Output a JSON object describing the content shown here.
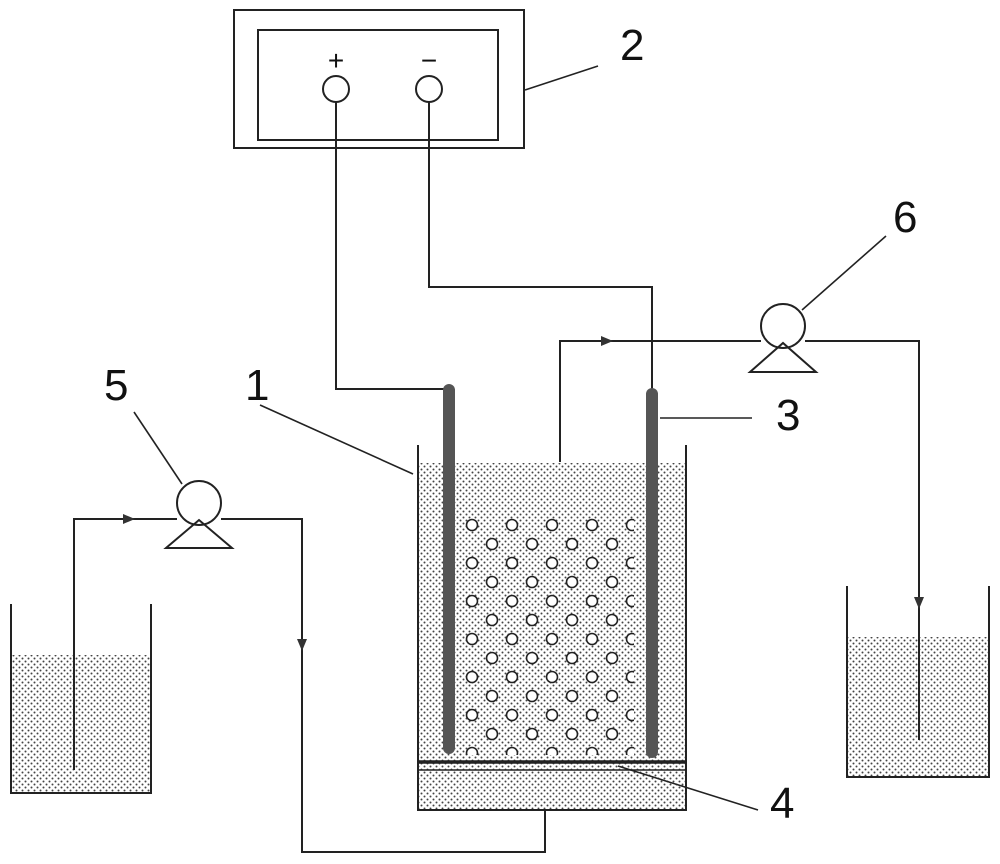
{
  "labels": {
    "reactor": "1",
    "power_supply": "2",
    "cathode": "3",
    "support_plate": "4",
    "inlet_pump": "5",
    "outlet_pump": "6"
  },
  "terminals": {
    "positive": "+",
    "negative": "−"
  },
  "colors": {
    "line": "#222222",
    "electrode": "#555555",
    "liquid_dot": "#444444"
  }
}
